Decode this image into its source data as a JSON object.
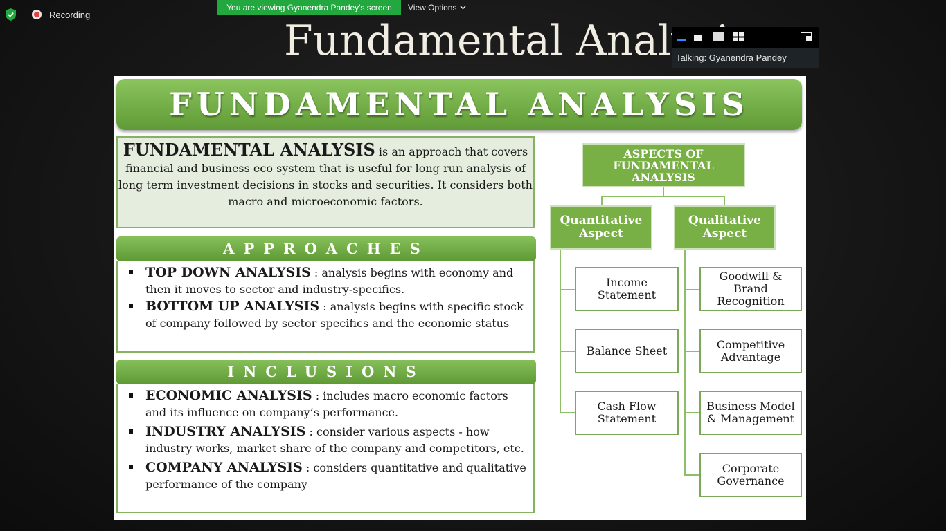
{
  "topbar": {
    "recording_label": "Recording",
    "viewing_banner": "You are viewing Gyanendra Pandey's screen",
    "view_options": "View Options"
  },
  "talk": {
    "label": "Talking: Gyanendra Pandey"
  },
  "slide": {
    "title": "Fundamental Analysis",
    "banner": "FUNDAMENTAL ANALYSIS",
    "intro": {
      "term": "FUNDAMENTAL ANALYSIS",
      "text": " is an approach that covers financial and business eco system that is useful for long run analysis of long term investment decisions in stocks and securities. It considers both macro and microeconomic factors."
    },
    "approaches": {
      "heading": "APPROACHES",
      "items": [
        {
          "term": "TOP DOWN ANALYSIS",
          "text": " : analysis begins with economy and then it moves to sector and industry-specifics."
        },
        {
          "term": "BOTTOM UP ANALYSIS",
          "text": " : analysis begins with specific stock of company followed by sector specifics and the economic status"
        }
      ]
    },
    "inclusions": {
      "heading": "INCLUSIONS",
      "items": [
        {
          "term": "ECONOMIC ANALYSIS",
          "text": " : includes macro economic factors and its influence on company’s performance."
        },
        {
          "term": "INDUSTRY ANALYSIS",
          "text": " : consider various aspects - how industry works, market share of the company and competitors, etc."
        },
        {
          "term": "COMPANY ANALYSIS",
          "text": " : considers quantitative and qualitative performance of the company"
        }
      ]
    },
    "diagram": {
      "root": "ASPECTS OF FUNDAMENTAL ANALYSIS",
      "left_head": "Quantitative Aspect",
      "right_head": "Qualitative Aspect",
      "left_items": [
        "Income Statement",
        "Balance Sheet",
        "Cash Flow Statement"
      ],
      "right_items": [
        "Goodwill & Brand Recognition",
        "Competitive Advantage",
        "Business Model & Management",
        "Corporate Governance"
      ]
    }
  },
  "colors": {
    "viewing_banner_bg": "#23a73f",
    "slide_green": "#79b045",
    "speaker_bar": "#1e2327"
  },
  "icons": [
    "shield-check-icon",
    "record-icon",
    "chevron-down-icon",
    "minimize-icon",
    "view-single-icon",
    "view-grid-icon",
    "exit-fullscreen-icon"
  ]
}
